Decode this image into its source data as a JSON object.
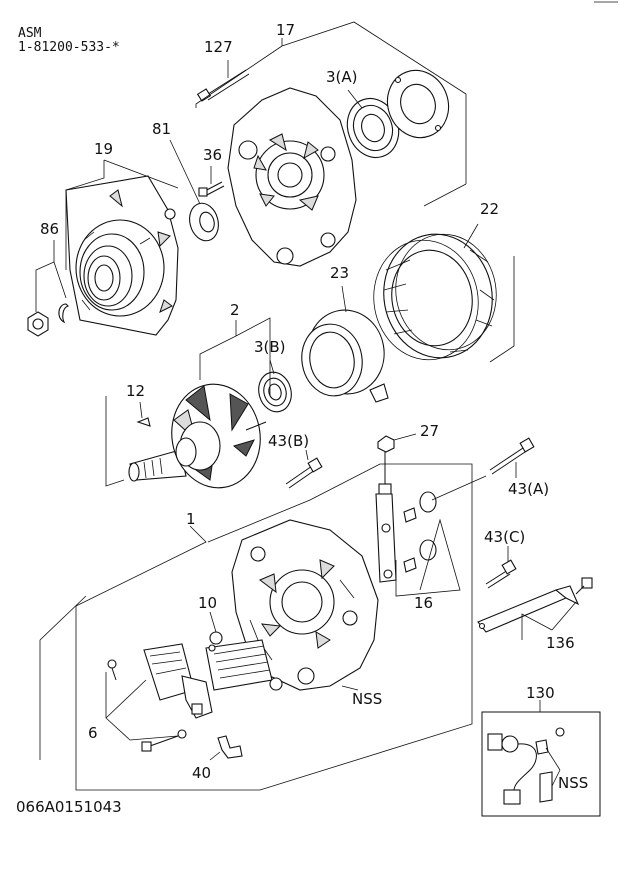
{
  "header": {
    "asm_label": "ASM",
    "assembly_number": "1-81200-533-*"
  },
  "footer": {
    "diagram_code": "066A0151043"
  },
  "callouts": {
    "c127": "127",
    "c17": "17",
    "c3a": "3(A)",
    "c81": "81",
    "c36": "36",
    "c19": "19",
    "c22": "22",
    "c86": "86",
    "c23": "23",
    "c2": "2",
    "c3b": "3(B)",
    "c12": "12",
    "c43b": "43(B)",
    "c27": "27",
    "c43a": "43(A)",
    "c1": "1",
    "c43c": "43(C)",
    "c10": "10",
    "c16": "16",
    "c136": "136",
    "c_nss1": "NSS",
    "c130": "130",
    "c6": "6",
    "c40": "40",
    "c_nss2": "NSS"
  }
}
